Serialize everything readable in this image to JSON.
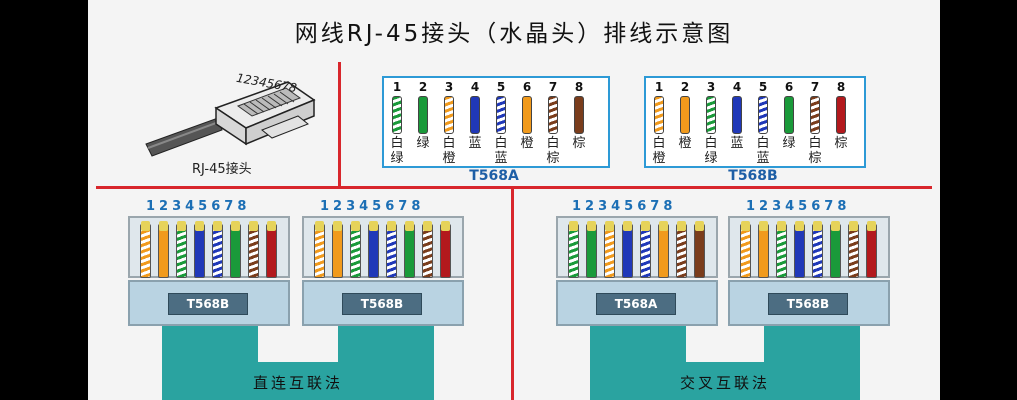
{
  "title": "网线RJ-45接头（水晶头）排线示意图",
  "plug": {
    "label": "RJ-45接头",
    "pin_digits": "12345678"
  },
  "t568a": {
    "name": "T568A",
    "pins": [
      {
        "num": "1",
        "l1": "白",
        "l2": "绿",
        "color": "#ffffff",
        "stripe": "#1a9a3a"
      },
      {
        "num": "2",
        "l1": "绿",
        "l2": "",
        "color": "#1a9a3a",
        "stripe": ""
      },
      {
        "num": "3",
        "l1": "白",
        "l2": "橙",
        "color": "#ffffff",
        "stripe": "#f19a1c"
      },
      {
        "num": "4",
        "l1": "蓝",
        "l2": "",
        "color": "#2038b8",
        "stripe": ""
      },
      {
        "num": "5",
        "l1": "白",
        "l2": "蓝",
        "color": "#ffffff",
        "stripe": "#2038b8"
      },
      {
        "num": "6",
        "l1": "橙",
        "l2": "",
        "color": "#f19a1c",
        "stripe": ""
      },
      {
        "num": "7",
        "l1": "白",
        "l2": "棕",
        "color": "#ffffff",
        "stripe": "#7a3d1c"
      },
      {
        "num": "8",
        "l1": "棕",
        "l2": "",
        "color": "#7a3d1c",
        "stripe": ""
      }
    ]
  },
  "t568b": {
    "name": "T568B",
    "pins": [
      {
        "num": "1",
        "l1": "白",
        "l2": "橙",
        "color": "#ffffff",
        "stripe": "#f19a1c"
      },
      {
        "num": "2",
        "l1": "橙",
        "l2": "",
        "color": "#f19a1c",
        "stripe": ""
      },
      {
        "num": "3",
        "l1": "白",
        "l2": "绿",
        "color": "#ffffff",
        "stripe": "#1a9a3a"
      },
      {
        "num": "4",
        "l1": "蓝",
        "l2": "",
        "color": "#2038b8",
        "stripe": ""
      },
      {
        "num": "5",
        "l1": "白",
        "l2": "蓝",
        "color": "#ffffff",
        "stripe": "#2038b8"
      },
      {
        "num": "6",
        "l1": "绿",
        "l2": "",
        "color": "#1a9a3a",
        "stripe": ""
      },
      {
        "num": "7",
        "l1": "白",
        "l2": "棕",
        "color": "#ffffff",
        "stripe": "#7a3d1c"
      },
      {
        "num": "8",
        "l1": "棕",
        "l2": "",
        "color": "#b3191d",
        "stripe": ""
      }
    ]
  },
  "straight": {
    "pin_numbers": "12345678",
    "left_tag": "T568B",
    "right_tag": "T568B",
    "label": "直连互联法"
  },
  "crossover": {
    "pin_numbers": "12345678",
    "left_tag": "T568A",
    "right_tag": "T568B",
    "label": "交叉互联法"
  },
  "colors": {
    "divider": "#d8262c",
    "box_border": "#2d9ad6",
    "standard_title": "#1e5fa6",
    "cable": "#2aa3a0"
  }
}
